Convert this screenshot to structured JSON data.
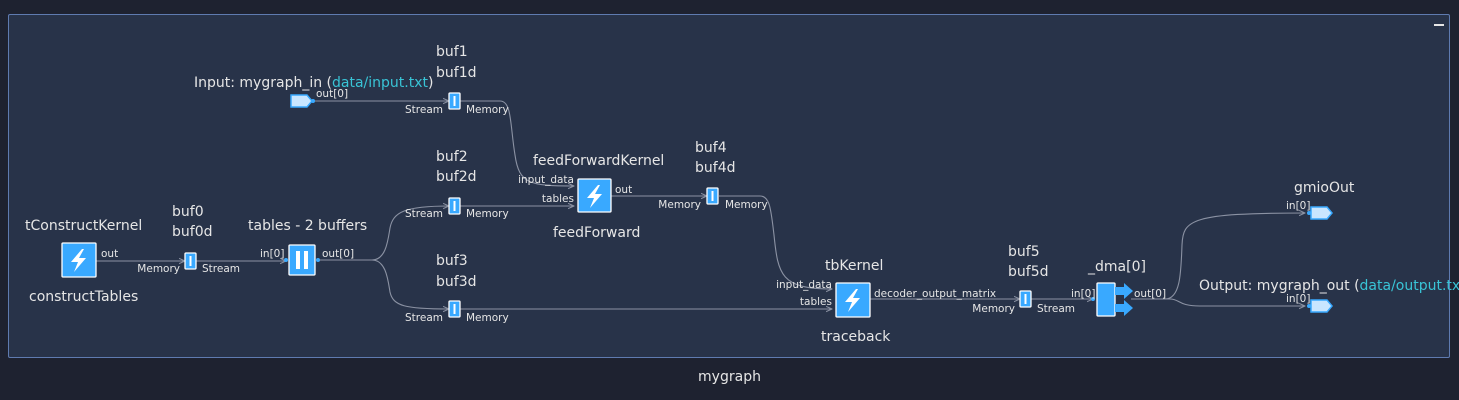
{
  "graph": {
    "name": "mygraph",
    "accent": "#39a9ff",
    "link_color": "#39c4d6"
  },
  "input": {
    "prefix": "Input: mygraph_in (",
    "file": "data/input.txt",
    "suffix": ")",
    "port": "out[0]"
  },
  "buf1": {
    "name1": "buf1",
    "name2": "buf1d",
    "left": "Stream",
    "right": "Memory"
  },
  "buf0": {
    "name1": "buf0",
    "name2": "buf0d",
    "left": "Memory",
    "right": "Stream"
  },
  "buf2": {
    "name1": "buf2",
    "name2": "buf2d",
    "left": "Stream",
    "right": "Memory"
  },
  "buf3": {
    "name1": "buf3",
    "name2": "buf3d",
    "left": "Stream",
    "right": "Memory"
  },
  "buf4": {
    "name1": "buf4",
    "name2": "buf4d",
    "left": "Memory",
    "right": "Memory"
  },
  "buf5": {
    "name1": "buf5",
    "name2": "buf5d",
    "left": "Memory",
    "right": "Stream"
  },
  "tconstruct": {
    "title": "tConstructKernel",
    "name": "constructTables",
    "out": "out"
  },
  "tables": {
    "title": "tables - 2 buffers",
    "in": "in[0]",
    "out": "out[0]"
  },
  "ff": {
    "title": "feedForwardKernel",
    "name": "feedForward",
    "in1": "input_data",
    "in2": "tables",
    "out": "out"
  },
  "tb": {
    "title": "tbKernel",
    "name": "traceback",
    "in1": "input_data",
    "in2": "tables",
    "out": "decoder_output_matrix"
  },
  "dma": {
    "title": "_dma[0]",
    "in": "in[0]",
    "out": "out[0]"
  },
  "gmio": {
    "title": "gmioOut",
    "port": "in[0]"
  },
  "output": {
    "prefix": "Output: mygraph_out (",
    "file": "data/output.txt",
    "suffix": ")",
    "port": "in[0]"
  }
}
